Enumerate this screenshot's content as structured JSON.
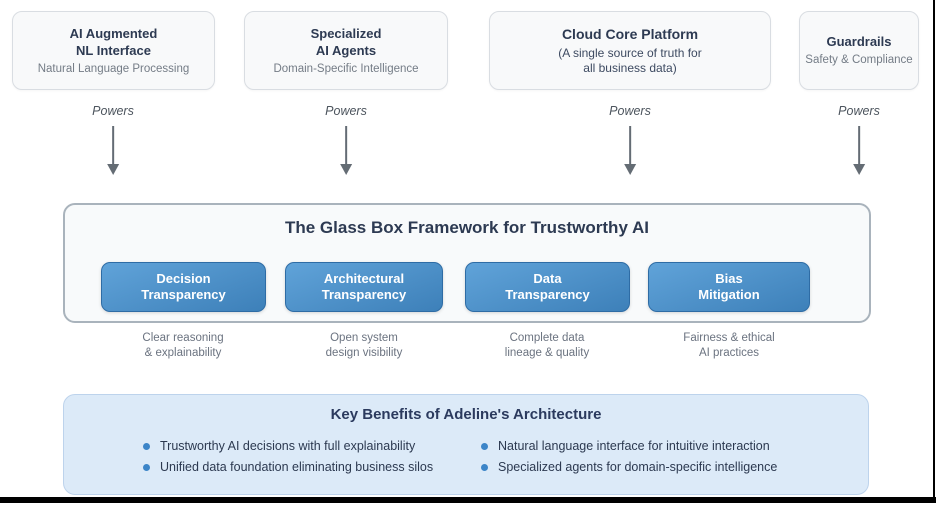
{
  "colors": {
    "pillar_blue_top": "#60a3d9",
    "pillar_blue_bottom": "#3d80b9",
    "pillar_border": "#2e6ca5",
    "navy_text": "#2d3a52",
    "benefits_bg": "#dceaf8",
    "bullet_blue": "#3c85c8",
    "box_bg": "#f8f9fa",
    "arrow_gray": "#646c74"
  },
  "top_boxes": [
    {
      "title_lines": [
        "AI Augmented",
        "NL Interface"
      ],
      "subtitle_lines": [
        "Natural Language Processing"
      ]
    },
    {
      "title_lines": [
        "Specialized",
        "AI Agents"
      ],
      "subtitle_lines": [
        "Domain-Specific Intelligence"
      ]
    },
    {
      "title_lines": [
        "Cloud Core Platform"
      ],
      "subtitle_lines": [
        "(A single source of truth for",
        "all business data)"
      ]
    },
    {
      "title_lines": [
        "Guardrails"
      ],
      "subtitle_lines": [
        "Safety & Compliance"
      ]
    }
  ],
  "powers_label": "Powers",
  "framework": {
    "title": "The Glass Box Framework for Trustworthy AI",
    "pillars": [
      {
        "label_lines": [
          "Decision",
          "Transparency"
        ],
        "desc_lines": [
          "Clear reasoning",
          "& explainability"
        ]
      },
      {
        "label_lines": [
          "Architectural",
          "Transparency"
        ],
        "desc_lines": [
          "Open system",
          "design visibility"
        ]
      },
      {
        "label_lines": [
          "Data",
          "Transparency"
        ],
        "desc_lines": [
          "Complete data",
          "lineage & quality"
        ]
      },
      {
        "label_lines": [
          "Bias",
          "Mitigation"
        ],
        "desc_lines": [
          "Fairness & ethical",
          "AI practices"
        ]
      }
    ]
  },
  "benefits": {
    "title": "Key Benefits of Adeline's Architecture",
    "left_bullets": [
      "Trustworthy AI decisions with full explainability",
      "Unified data foundation eliminating business silos"
    ],
    "right_bullets": [
      "Natural language interface for intuitive interaction",
      "Specialized agents for domain-specific intelligence"
    ]
  }
}
